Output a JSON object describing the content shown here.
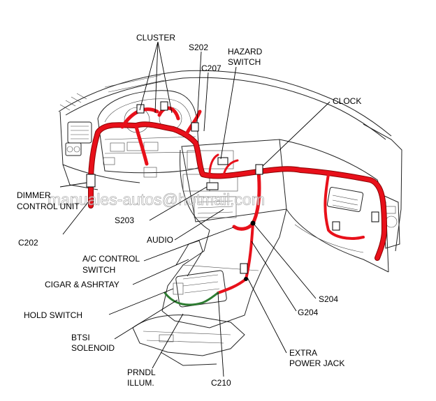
{
  "labels": {
    "cluster": "CLUSTER",
    "s202": "S202",
    "hazard_line1": "HAZARD",
    "hazard_line2": "SWITCH",
    "c207": "C207",
    "clock": "CLOCK",
    "dimmer_line1": "DIMMER",
    "dimmer_line2": "CONTROL UNIT",
    "s203": "S203",
    "c202": "C202",
    "audio": "AUDIO",
    "ac_line1": "A/C CONTROL",
    "ac_line2": "SWITCH",
    "cigar": "CIGAR & ASHRTAY",
    "hold": "HOLD SWITCH",
    "btsi_line1": "BTSI",
    "btsi_line2": "SOLENOID",
    "prndl_line1": "PRNDL",
    "prndl_line2": "ILLUM.",
    "c210": "C210",
    "s204": "S204",
    "g204": "G204",
    "extra_line1": "EXTRA",
    "extra_line2": "POWER JACK"
  },
  "watermark": "manuales-autos@hotmail.com",
  "colors": {
    "harness": "#e8101a",
    "harness_outline": "#8a0000",
    "shifter_harness": "#2e7d32",
    "line": "#222222",
    "background": "#ffffff"
  }
}
